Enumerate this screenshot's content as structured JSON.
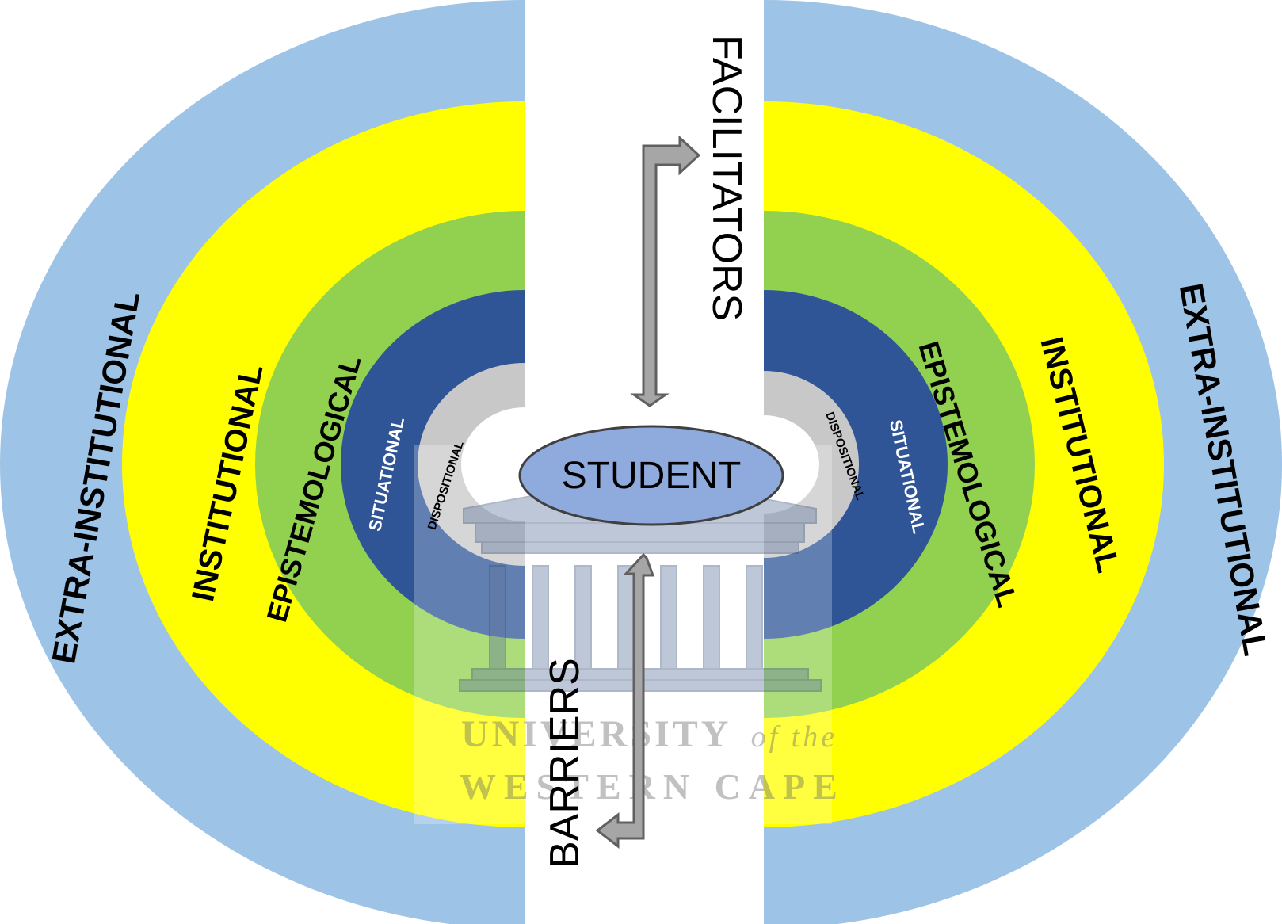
{
  "diagram": {
    "center_label": "STUDENT",
    "facilitators_label": "FACILITATORS",
    "barriers_label": "BARRIERS",
    "rings": [
      {
        "name": "extra-institutional",
        "label": "EXTRA-INSTITUTIONAL",
        "color": "#9dc3e6",
        "text_color": "#000000"
      },
      {
        "name": "institutional",
        "label": "INSTITUTIONAL",
        "color": "#ffff00",
        "text_color": "#000000"
      },
      {
        "name": "epistemological",
        "label": "EPISTEMOLOGICAL",
        "color": "#92d050",
        "text_color": "#000000"
      },
      {
        "name": "situational",
        "label": "SITUATIONAL",
        "color": "#2f5597",
        "text_color": "#ffffff"
      },
      {
        "name": "dispositional",
        "label": "DISPOSITIONAL",
        "color": "#c8c8c8",
        "text_color": "#000000"
      }
    ],
    "student_fill": "#8faadc",
    "arrow_color": "#a6a6a6",
    "watermark": {
      "line1": "UNIVERSITY",
      "line1_italic": "of the",
      "line2": "WESTERN CAPE"
    }
  }
}
